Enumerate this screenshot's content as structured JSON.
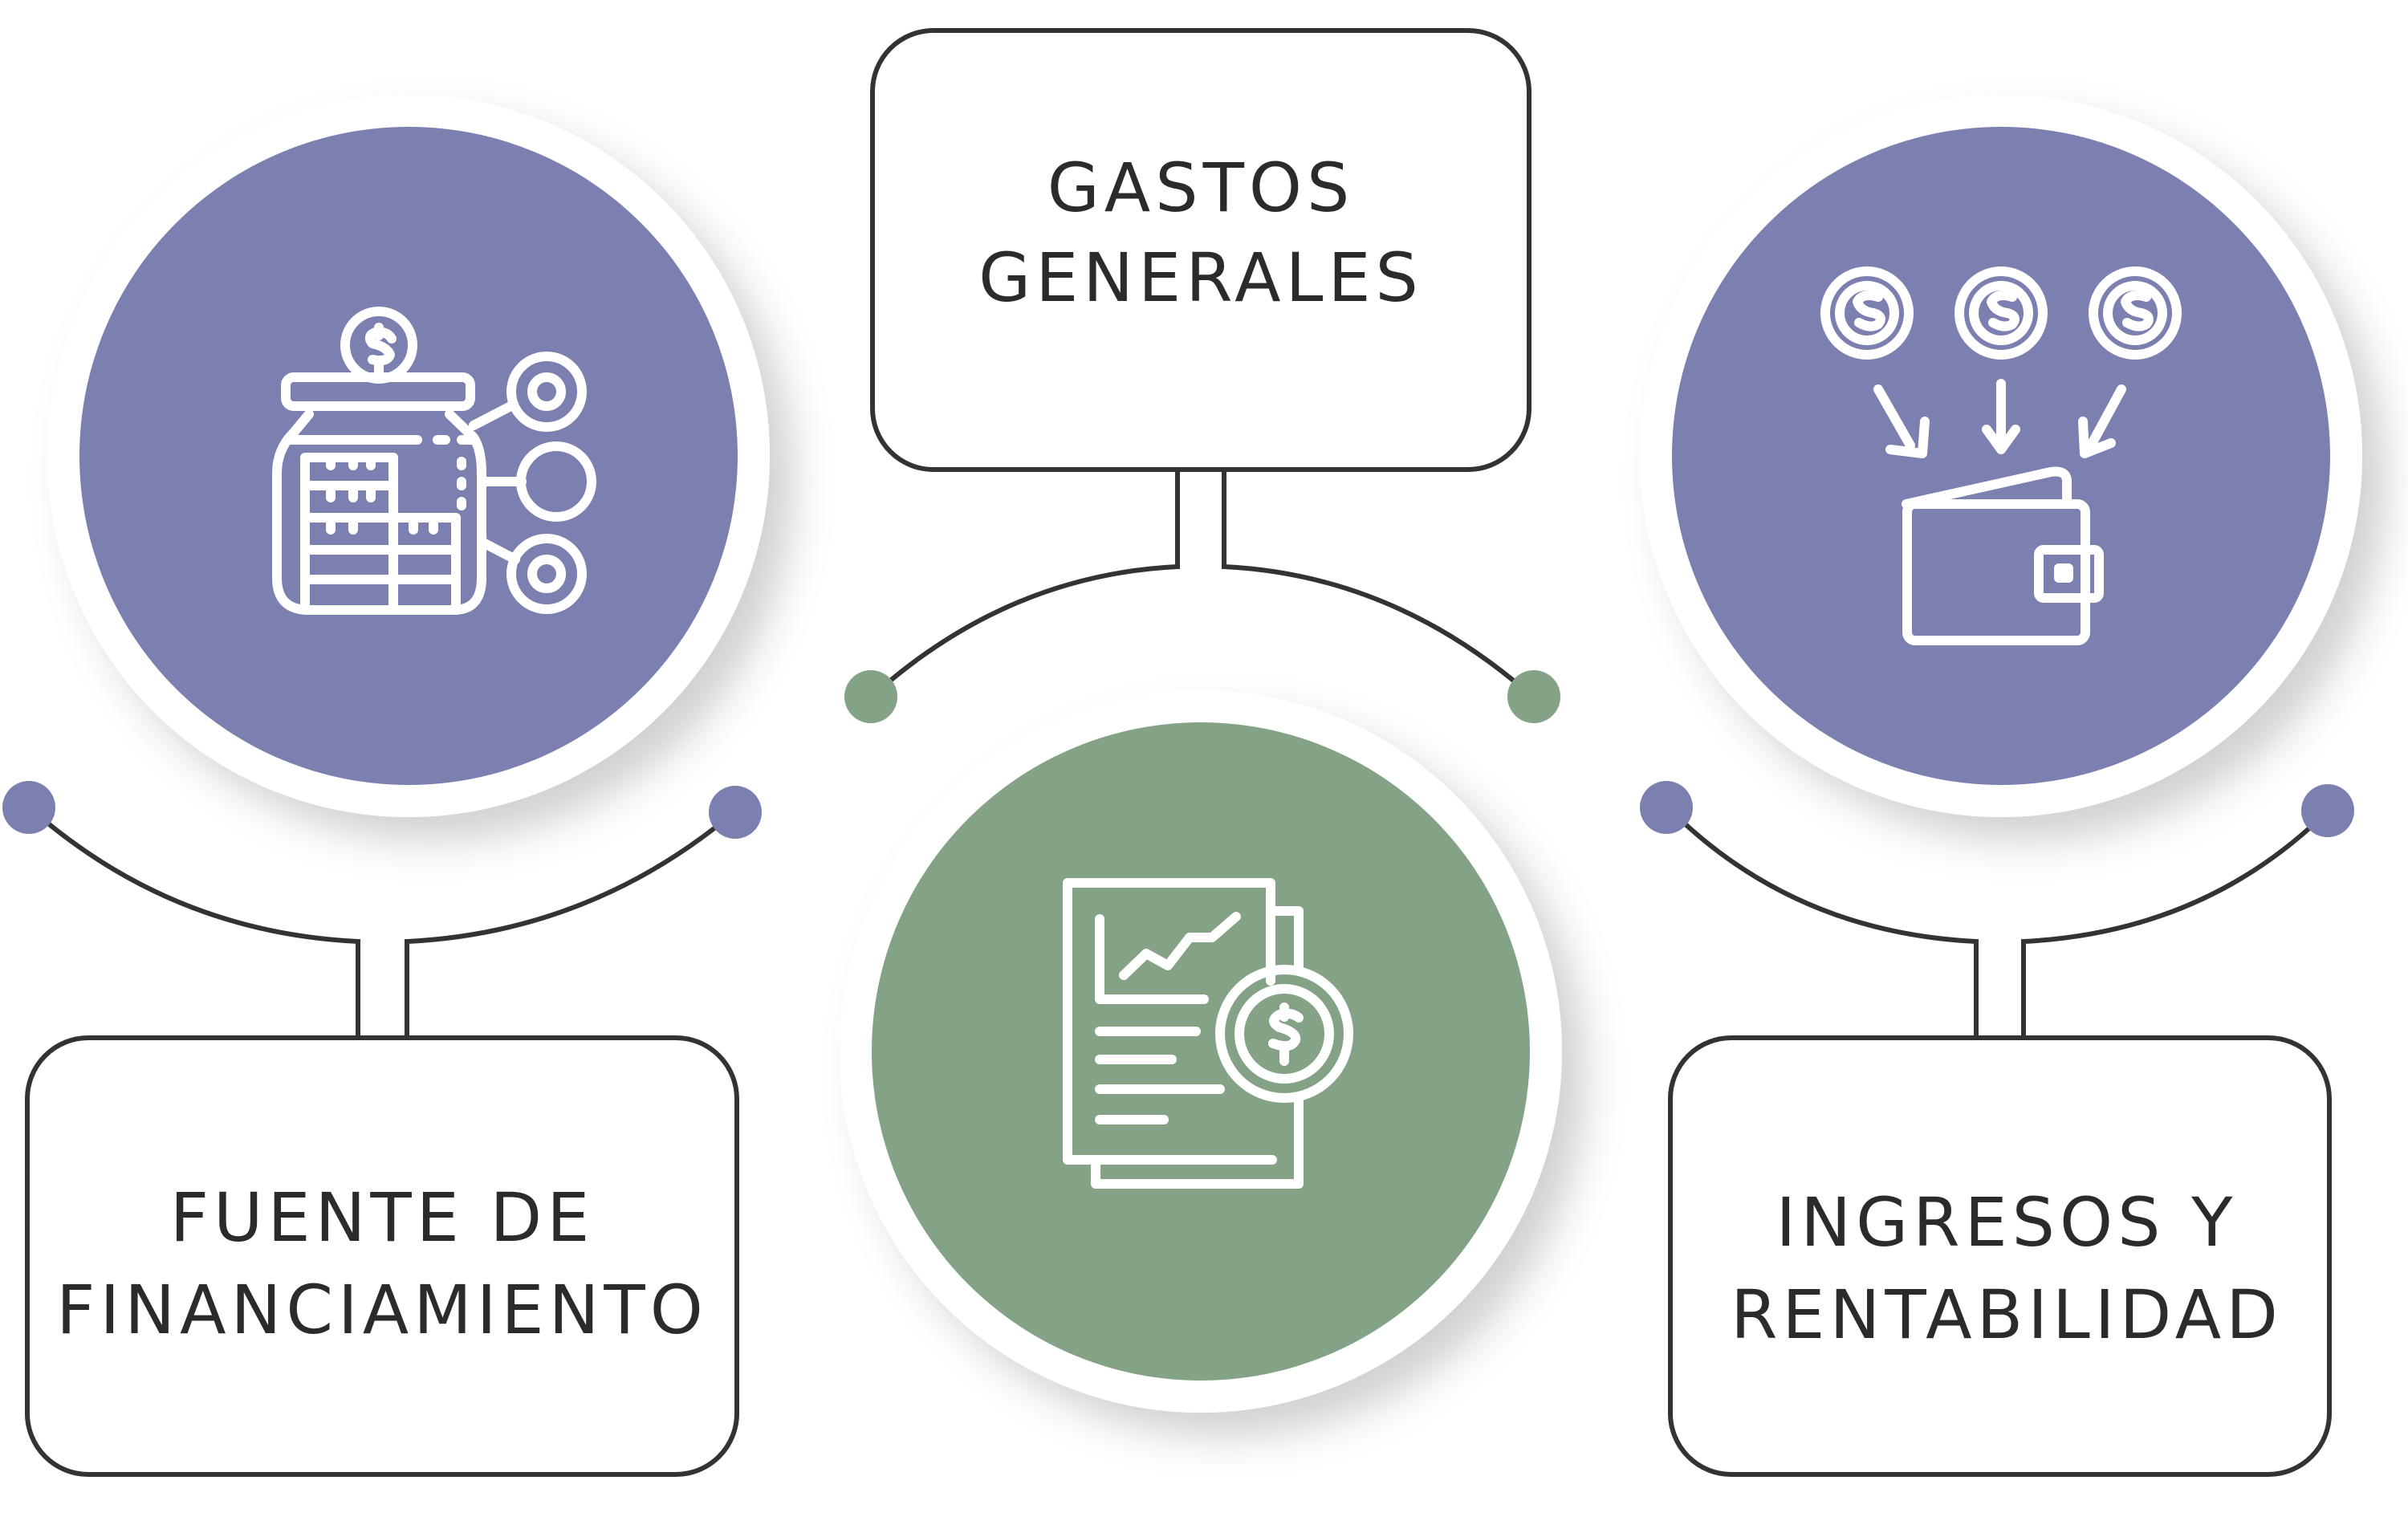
{
  "colors": {
    "purple": "#7b80b0",
    "green": "#84a285",
    "line": "#333333",
    "box_border": "#333333"
  },
  "nodes": [
    {
      "id": "gastos",
      "label_lines": [
        "GASTOS",
        "GENERALES"
      ],
      "icon": "financial-report-dollar-icon",
      "color": "#84a285"
    },
    {
      "id": "fuente",
      "label_lines": [
        "FUENTE DE",
        "FINANCIAMIENTO"
      ],
      "icon": "coin-jar-savings-icon",
      "color": "#7b80b0"
    },
    {
      "id": "ingresos",
      "label_lines": [
        "INGRESOS Y",
        "RENTABILIDAD"
      ],
      "icon": "coins-into-wallet-icon",
      "color": "#7b80b0"
    }
  ]
}
